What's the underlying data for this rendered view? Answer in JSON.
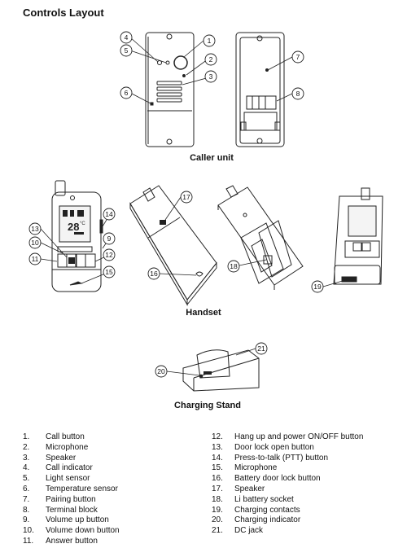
{
  "title": "Controls Layout",
  "captions": {
    "caller_unit": "Caller unit",
    "handset": "Handset",
    "charging_stand": "Charging Stand"
  },
  "screen": {
    "temperature": "28",
    "unit": "°C"
  },
  "legend_left": [
    {
      "num": "1.",
      "text": "Call button"
    },
    {
      "num": "2.",
      "text": "Microphone"
    },
    {
      "num": "3.",
      "text": "Speaker"
    },
    {
      "num": "4.",
      "text": "Call indicator"
    },
    {
      "num": "5.",
      "text": "Light sensor"
    },
    {
      "num": "6.",
      "text": "Temperature sensor"
    },
    {
      "num": "7.",
      "text": "Pairing button"
    },
    {
      "num": "8.",
      "text": "Terminal block"
    },
    {
      "num": "9.",
      "text": "Volume up button"
    },
    {
      "num": "10.",
      "text": "Volume down button"
    },
    {
      "num": "11.",
      "text": "Answer button"
    }
  ],
  "legend_right": [
    {
      "num": "12.",
      "text": "Hang up and power ON/OFF button"
    },
    {
      "num": "13.",
      "text": "Door lock open button"
    },
    {
      "num": "14.",
      "text": "Press-to-talk (PTT) button"
    },
    {
      "num": "15.",
      "text": "Microphone"
    },
    {
      "num": "16.",
      "text": "Battery door lock button"
    },
    {
      "num": "17.",
      "text": "Speaker"
    },
    {
      "num": "18.",
      "text": "Li battery socket"
    },
    {
      "num": "19.",
      "text": "Charging contacts"
    },
    {
      "num": "20.",
      "text": "Charging indicator"
    },
    {
      "num": "21.",
      "text": "DC jack"
    }
  ],
  "callouts": [
    "1",
    "2",
    "3",
    "4",
    "5",
    "6",
    "7",
    "8",
    "9",
    "10",
    "11",
    "12",
    "13",
    "14",
    "15",
    "16",
    "17",
    "18",
    "19",
    "20",
    "21"
  ]
}
